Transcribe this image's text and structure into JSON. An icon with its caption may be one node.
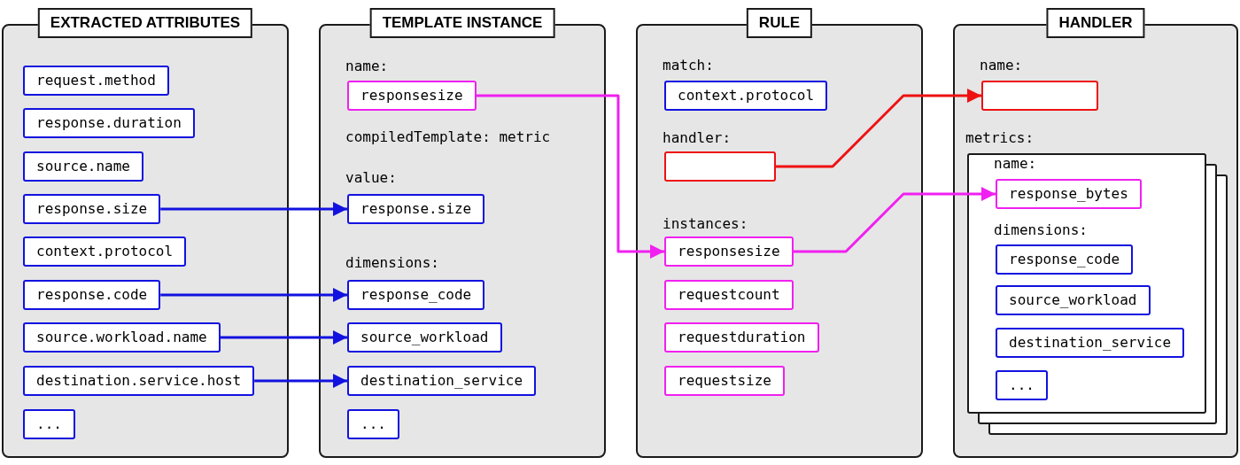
{
  "diagram": {
    "nodes": [
      {
        "text": [
          "EXTRACTED ATTRIBUTES"
        ]
      },
      {
        "text": [
          "request.method"
        ],
        "in": 0
      },
      {
        "text": [
          "response.duration"
        ],
        "in": 0
      },
      {
        "text": [
          "source.name"
        ],
        "in": 0
      },
      {
        "text": [
          "response.size"
        ],
        "in": 0
      },
      {
        "text": [
          "context.protocol"
        ],
        "in": 0
      },
      {
        "text": [
          "response.code"
        ],
        "in": 0
      },
      {
        "text": [
          "source.workload.name"
        ],
        "in": 0
      },
      {
        "text": [
          "destination.service.host"
        ],
        "in": 0
      },
      {
        "text": [
          "..."
        ],
        "in": 0
      },
      {
        "text": [
          "TEMPLATE INSTANCE"
        ]
      },
      {
        "text": [
          "responsesize"
        ],
        "in": 10
      },
      {
        "text": [
          "response.size"
        ],
        "in": 10
      },
      {
        "text": [
          "response_code"
        ],
        "in": 10
      },
      {
        "text": [
          "source_workload"
        ],
        "in": 10
      },
      {
        "text": [
          "destination_service"
        ],
        "in": 10
      },
      {
        "text": [
          "..."
        ],
        "in": 10
      },
      {
        "text": [
          "RULE"
        ]
      },
      {
        "text": [
          "context.protocol"
        ],
        "in": 17
      },
      {
        "text": [],
        "shape": "box",
        "in": 17
      },
      {
        "text": [
          "responsesize"
        ],
        "in": 17
      },
      {
        "text": [
          "requestcount"
        ],
        "in": 17
      },
      {
        "text": [
          "requestduration"
        ],
        "in": 17
      },
      {
        "text": [
          "requestsize"
        ],
        "in": 17
      },
      {
        "text": [
          "HANDLER"
        ]
      },
      {
        "text": [],
        "shape": "box",
        "in": 24
      },
      {
        "text": [],
        "shape": "box",
        "in": 24
      },
      {
        "text": [
          "response_bytes"
        ],
        "in": 26
      },
      {
        "text": [
          "response_code"
        ],
        "in": 26
      },
      {
        "text": [
          "source_workload"
        ],
        "in": 26
      },
      {
        "text": [
          "destination_service"
        ],
        "in": 26
      },
      {
        "text": [
          "..."
        ],
        "in": 26
      }
    ],
    "edges": [
      {
        "from": 4,
        "to": 12,
        "arrow": "to"
      },
      {
        "from": 6,
        "to": 13,
        "arrow": "to"
      },
      {
        "from": 7,
        "to": 14,
        "arrow": "to"
      },
      {
        "from": 8,
        "to": 15,
        "arrow": "to"
      },
      {
        "from": 11,
        "to": 20,
        "arrow": "to",
        "color": "#f020f0"
      },
      {
        "from": 19,
        "to": 25,
        "arrow": "to",
        "color": "#ee1111"
      },
      {
        "from": 20,
        "to": 27,
        "arrow": "to",
        "color": "#f020f0"
      }
    ],
    "labels": [
      "name:",
      "compiledTemplate: metric",
      "value:",
      "dimensions:",
      "match:",
      "handler:",
      "instances:",
      "name:",
      "metrics:",
      "name:",
      "dimensions:"
    ]
  }
}
